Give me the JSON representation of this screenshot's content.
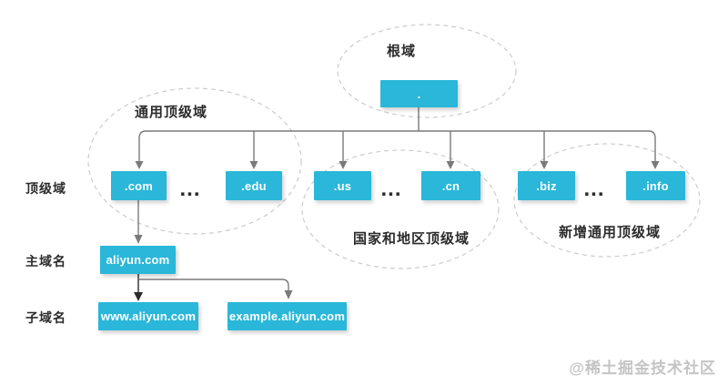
{
  "diagram": {
    "root": {
      "group_label": "根域",
      "node": "."
    },
    "row_labels": {
      "tld": "顶级域",
      "main_domain": "主域名",
      "subdomain": "子域名"
    },
    "groups": {
      "generic": {
        "label": "通用顶级域",
        "node1": ".com",
        "node2": ".edu",
        "ellipsis": "..."
      },
      "country": {
        "label": "国家和地区顶级域",
        "node1": ".us",
        "node2": ".cn",
        "ellipsis": "..."
      },
      "new_generic": {
        "label": "新增通用顶级域",
        "node1": ".biz",
        "node2": ".info",
        "ellipsis": "..."
      }
    },
    "main_domain_node": "aliyun.com",
    "subdomain_nodes": {
      "www": "www.aliyun.com",
      "example": "example.aliyun.com"
    },
    "watermark": "@稀土掘金技术社区",
    "colors": {
      "node_fill": "#2ab7d9",
      "node_text": "#ffffff",
      "connector": "#7a7a7a",
      "connector_dark": "#2b2b2b",
      "group_outline": "#cccccc",
      "label_text": "#2b2b2b",
      "watermark_text": "#c4c4c4"
    }
  }
}
